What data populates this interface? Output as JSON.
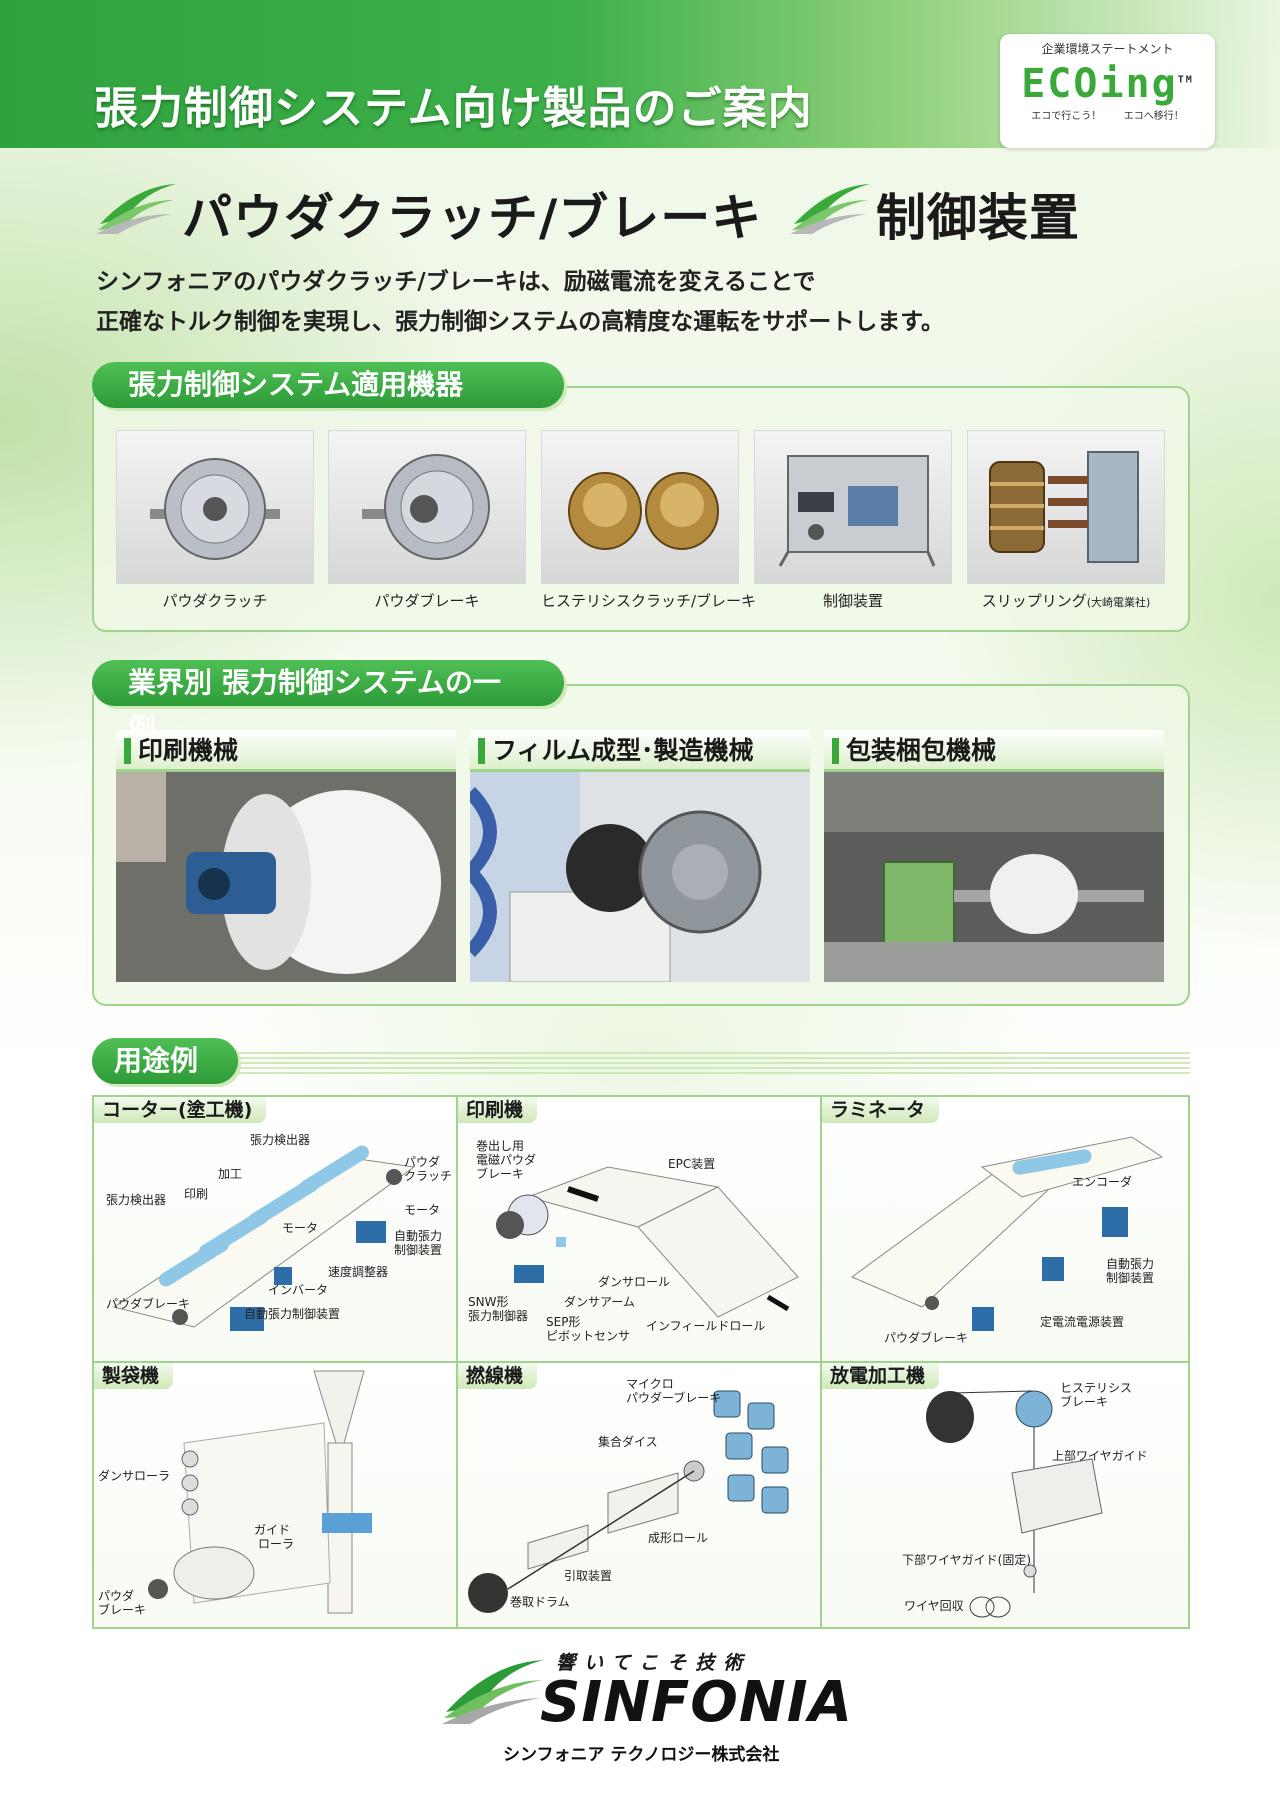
{
  "header": {
    "title": "張力制御システム向け製品のご案内",
    "eco": {
      "top": "企業環境ステートメント",
      "logo": "ECOing",
      "tm": "TM",
      "sub_left": "エコで行こう！",
      "sub_right": "エコへ移行！"
    }
  },
  "headlines": {
    "left": "パウダクラッチ/ブレーキ",
    "right": "制御装置"
  },
  "intro": {
    "line1": "シンフォニアのパウダクラッチ/ブレーキは、励磁電流を変えることで",
    "line2": "正確なトルク制御を実現し、張力制御システムの高精度な運転をサポートします。"
  },
  "products": {
    "title": "張力制御システム適用機器",
    "items": [
      {
        "label": "パウダクラッチ"
      },
      {
        "label": "パウダブレーキ"
      },
      {
        "label": "ヒステリシスクラッチ/ブレーキ"
      },
      {
        "label": "制御装置"
      },
      {
        "label": "スリップリング",
        "note": "(大崎電業社)"
      }
    ]
  },
  "industries": {
    "title": "業界別 張力制御システムの一例",
    "items": [
      {
        "label": "印刷機械"
      },
      {
        "label": "フィルム成型･製造機械"
      },
      {
        "label": "包装梱包機械"
      }
    ]
  },
  "uses": {
    "title": "用途例",
    "cells": [
      {
        "tag": "コーター(塗工機)",
        "labels": [
          "張力検出器",
          "加工",
          "印刷",
          "張力検出器",
          "パウダ",
          "クラッチ",
          "モータ",
          "モータ",
          "自動張力",
          "制御装置",
          "速度調整器",
          "インバータ",
          "パウダブレーキ",
          "自動張力制御装置"
        ]
      },
      {
        "tag": "印刷機",
        "labels": [
          "巻出し用",
          "電磁パウダ",
          "ブレーキ",
          "EPC装置",
          "ダンサロール",
          "ダンサアーム",
          "SNW形",
          "張力制御器",
          "SEP形",
          "ピボットセンサ",
          "インフィールドロール"
        ]
      },
      {
        "tag": "ラミネータ",
        "labels": [
          "エンコーダ",
          "自動張力",
          "制御装置",
          "定電流電源装置",
          "パウダブレーキ"
        ]
      },
      {
        "tag": "製袋機",
        "labels": [
          "ダンサローラ",
          "ガイド",
          "ローラ",
          "パウダ",
          "ブレーキ"
        ]
      },
      {
        "tag": "撚線機",
        "labels": [
          "マイクロ",
          "パウダーブレーキ",
          "集合ダイス",
          "成形ロール",
          "引取装置",
          "巻取ドラム"
        ]
      },
      {
        "tag": "放電加工機",
        "labels": [
          "ヒステリシス",
          "ブレーキ",
          "上部ワイヤガイド",
          "下部ワイヤガイド(固定)",
          "ワイヤ回収"
        ]
      }
    ]
  },
  "footer": {
    "tagline": "響いてこそ技術",
    "brand": "SINFONIA",
    "company": "シンフォニア テクノロジー株式会社"
  },
  "colors": {
    "accent_green": "#3aa93a",
    "panel_border": "#9fd48c"
  }
}
